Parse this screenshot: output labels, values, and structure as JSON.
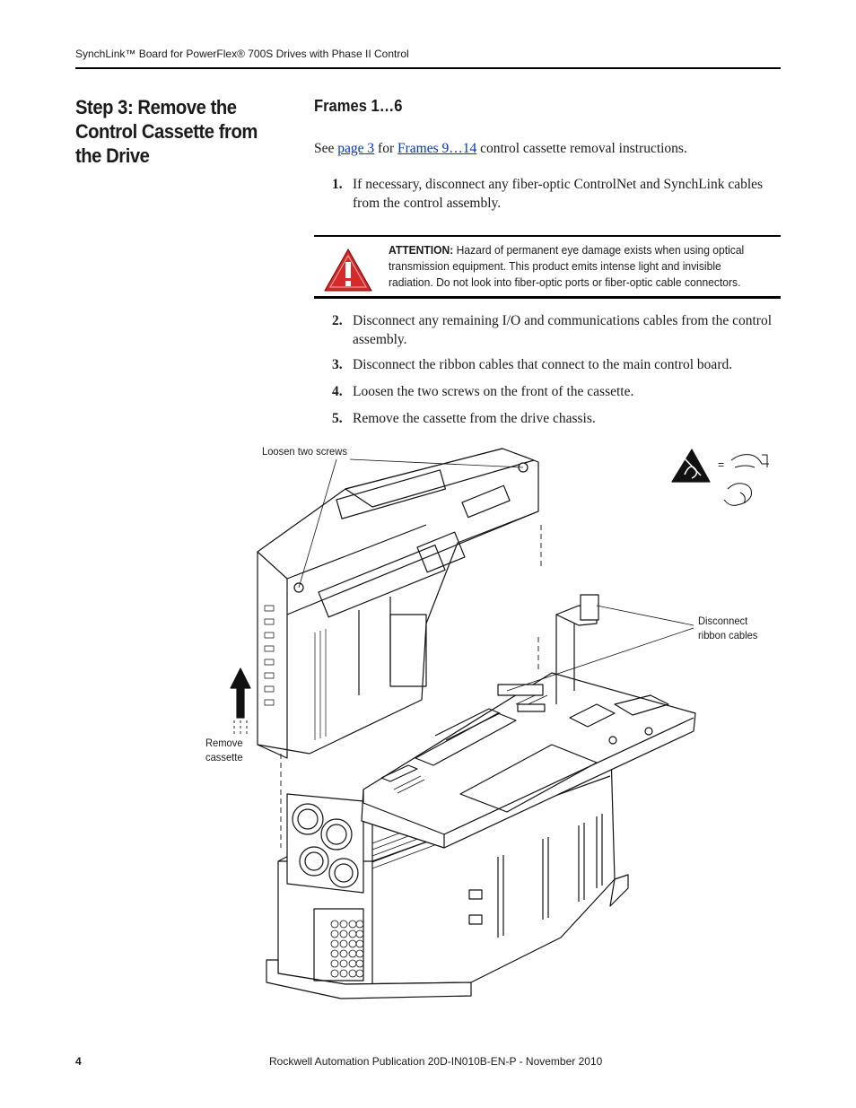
{
  "header": {
    "running_title": "SynchLink™ Board for PowerFlex® 700S Drives with Phase II Control"
  },
  "section": {
    "title": "Step 3:   Remove the Control Cassette from the Drive"
  },
  "content": {
    "frames_heading": "Frames 1…6",
    "intro": {
      "see": "See ",
      "link1": "page 3",
      "for": " for ",
      "link2": "Frames 9…14",
      "rest": " control cassette removal instructions."
    },
    "steps": [
      {
        "num": "1.",
        "text": "If necessary, disconnect any fiber-optic ControlNet and SynchLink cables from the control assembly."
      },
      {
        "num": "2.",
        "text": "Disconnect any remaining I/O and communications cables from the control assembly."
      },
      {
        "num": "3.",
        "text": "Disconnect the ribbon cables that connect to the main control board."
      },
      {
        "num": "4.",
        "text": "Loosen the two screws on the front of the cassette."
      },
      {
        "num": "5.",
        "text": "Remove the cassette from the drive chassis."
      }
    ],
    "attention": {
      "label": "ATTENTION:",
      "text": " Hazard of permanent eye damage exists when using optical transmission equipment. This product emits intense light and invisible radiation. Do not look into fiber-optic ports or fiber-optic cable connectors."
    }
  },
  "figure": {
    "callout_screws": "Loosen two screws",
    "callout_ribbon_line1": "Disconnect",
    "callout_ribbon_line2": "ribbon cables",
    "callout_remove_line1": "Remove",
    "callout_remove_line2": "cassette",
    "esd_equals": "="
  },
  "footer": {
    "page_number": "4",
    "publication": "Rockwell Automation Publication 20D-IN010B-EN-P - November 2010"
  },
  "colors": {
    "warning_red": "#d62a2a",
    "link_blue": "#0033cc"
  }
}
